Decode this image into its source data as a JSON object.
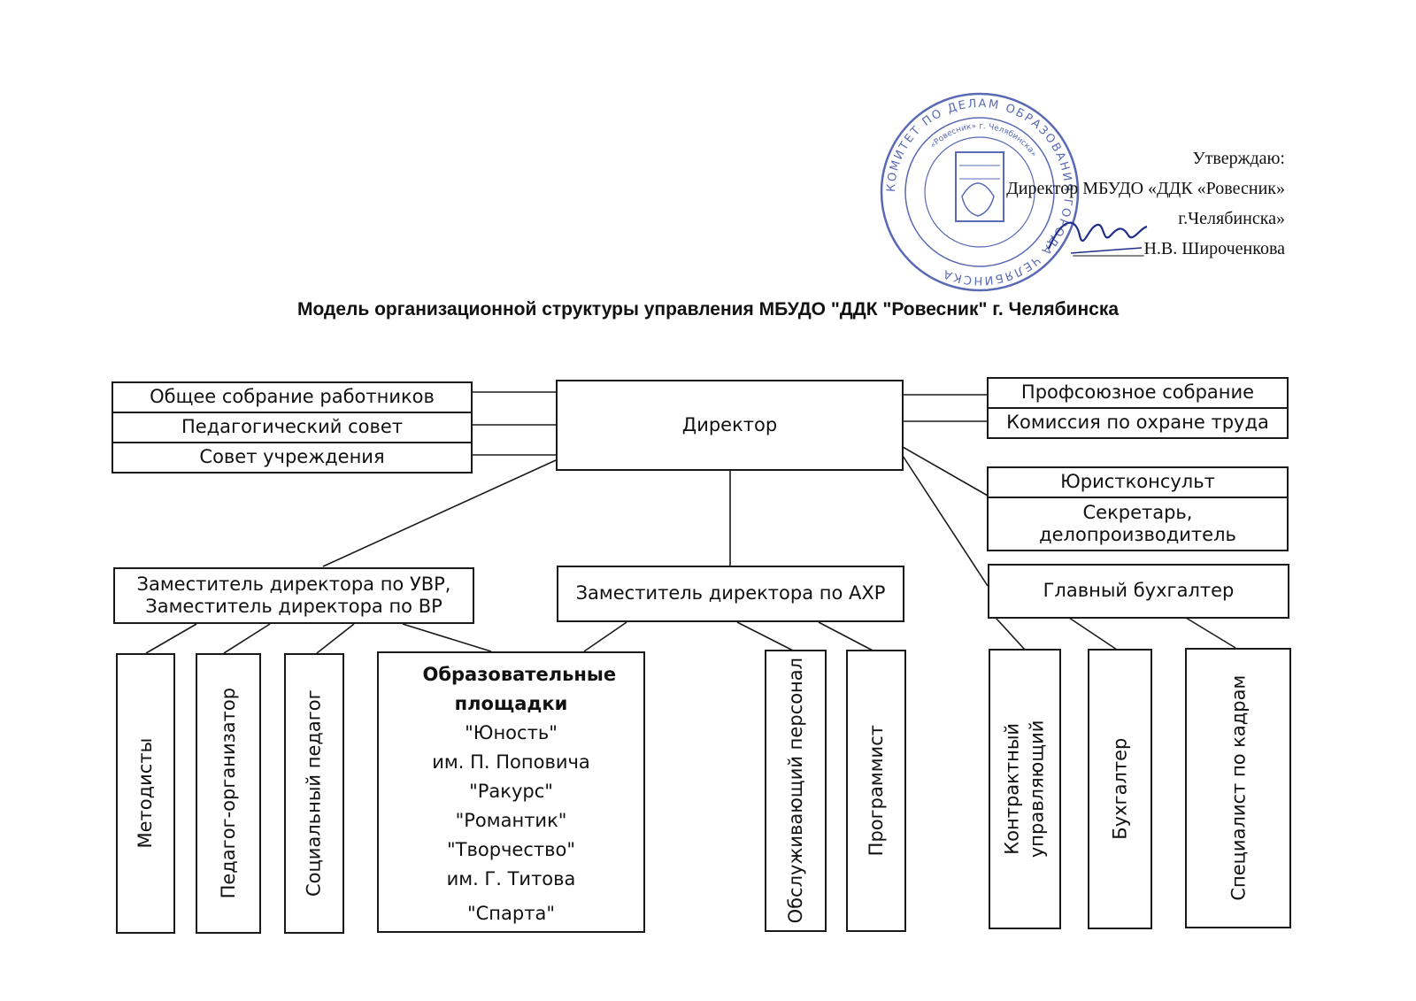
{
  "approval": {
    "line1": "Утверждаю:",
    "line2": "Директор МБУДО «ДДК «Ровесник»",
    "line3": "г.Челябинска»",
    "line4": "Н.В. Широченкова"
  },
  "title": "Модель организационной структуры управления МБУДО \"ДДК \"Ровесник\" г. Челябинска",
  "stamp": {
    "outer_text": "КОМИТЕТ ПО ДЕЛАМ ОБРАЗОВАНИЯ ГОРОДА ЧЕЛЯБИНСКА",
    "inner_text": "«Ровесник» г. Челябинска»"
  },
  "colors": {
    "stamp": "#2c3f9e",
    "ink": "#1a1a1a",
    "signature": "#1f2f8a"
  },
  "councils": [
    "Общее собрание работников",
    "Педагогический совет",
    "Совет учреждения"
  ],
  "director": "Директор",
  "union": [
    "Профсоюзное собрание",
    "Комиссия по охране труда"
  ],
  "legal": {
    "lawyer": "Юристконсульт",
    "secretary": "Секретарь, делопроизводитель"
  },
  "deputy_uvr": {
    "line1": "Заместитель директора по УВР,",
    "line2": "Заместитель директора по ВР"
  },
  "deputy_ahr": "Заместитель директора по АХР",
  "chief_accountant": "Главный бухгалтер",
  "uvr_staff": [
    "Методисты",
    "Педагог-организатор",
    "Социальный педагог"
  ],
  "sites": {
    "heading": "Образовательные площадки",
    "items": [
      "\"Юность\"",
      "им. П. Поповича",
      "\"Ракурс\"",
      "\"Романтик\"",
      "\"Творчество\"",
      "им. Г. Титова",
      "\"Спарта\""
    ]
  },
  "ahr_staff": [
    "Обслуживающий  персонал",
    "Программист"
  ],
  "accounting_staff": {
    "contract_line1": "Контрактный",
    "contract_line2": "управляющий",
    "accountant": "Бухгалтер",
    "hr": "Специалист по кадрам"
  }
}
